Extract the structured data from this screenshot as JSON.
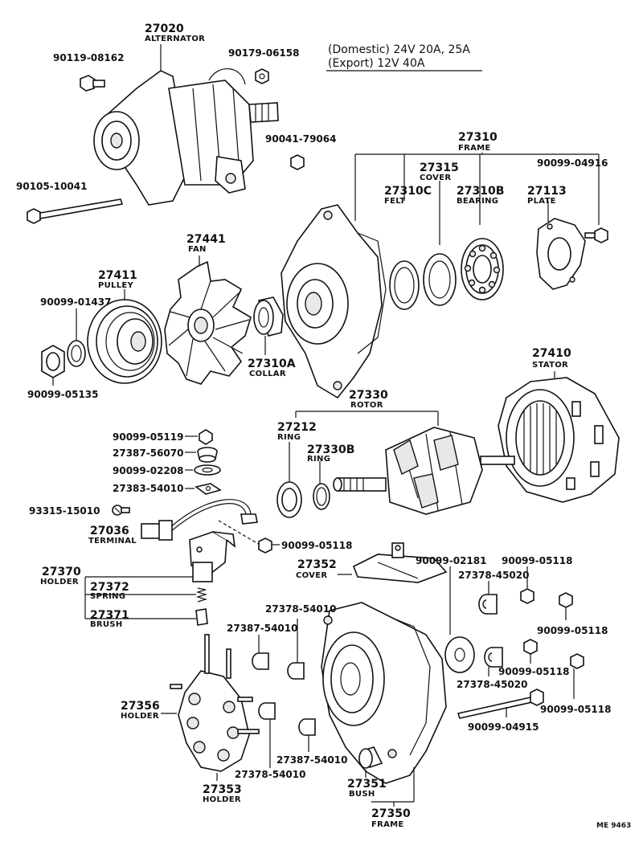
{
  "notes": {
    "domestic": "(Domestic) 24V 20A, 25A",
    "export": "(Export) 12V 40A"
  },
  "labels": {
    "alternator": {
      "num": "27020",
      "name": "ALTERNATOR"
    },
    "bolt_08162": {
      "num": "90119-08162"
    },
    "nut_06158": {
      "num": "90179-06158"
    },
    "nut_79064": {
      "num": "90041-79064"
    },
    "bolt_10041": {
      "num": "90105-10041"
    },
    "frame_front": {
      "num": "27310",
      "name": "FRAME"
    },
    "cover_front": {
      "num": "27315",
      "name": "COVER"
    },
    "felt": {
      "num": "27310C",
      "name": "FELT"
    },
    "bearing": {
      "num": "27310B",
      "name": "BEARING"
    },
    "plate": {
      "num": "27113",
      "name": "PLATE"
    },
    "screw_04916": {
      "num": "90099-04916"
    },
    "fan": {
      "num": "27441",
      "name": "FAN"
    },
    "pulley": {
      "num": "27411",
      "name": "PULLEY"
    },
    "washer_01437": {
      "num": "90099-01437"
    },
    "nut_05135": {
      "num": "90099-05135"
    },
    "collar": {
      "num": "27310A",
      "name": "COLLAR"
    },
    "stator": {
      "num": "27410",
      "name": "STATOR"
    },
    "rotor": {
      "num": "27330",
      "name": "ROTOR"
    },
    "ring_27212": {
      "num": "27212",
      "name": "RING"
    },
    "ring_27330b": {
      "num": "27330B",
      "name": "RING"
    },
    "nut_05119": {
      "num": "90099-05119"
    },
    "ins_56070": {
      "num": "27387-56070"
    },
    "washer_02208": {
      "num": "90099-02208"
    },
    "plate_54010": {
      "num": "27383-54010"
    },
    "screw_15010": {
      "num": "93315-15010"
    },
    "terminal": {
      "num": "27036",
      "name": "TERMINAL"
    },
    "nut_05118_a": {
      "num": "90099-05118"
    },
    "holder": {
      "num": "27370",
      "name": "HOLDER"
    },
    "spring": {
      "num": "27372",
      "name": "SPRING"
    },
    "brush": {
      "num": "27371",
      "name": "BRUSH"
    },
    "cover_rear": {
      "num": "27352",
      "name": "COVER"
    },
    "washer_02181": {
      "num": "90099-02181"
    },
    "nut_05118_b": {
      "num": "90099-05118"
    },
    "ins_45020_a": {
      "num": "27378-45020"
    },
    "ins_54010_a": {
      "num": "27378-54010"
    },
    "ins_54010_b": {
      "num": "27387-54010"
    },
    "nut_05118_c": {
      "num": "90099-05118"
    },
    "nut_05118_d": {
      "num": "90099-05118"
    },
    "ins_45020_b": {
      "num": "27378-45020"
    },
    "nut_05118_e": {
      "num": "90099-05118"
    },
    "bolt_04915": {
      "num": "90099-04915"
    },
    "holder_rect": {
      "num": "27356",
      "name": "HOLDER"
    },
    "ins_54010_c": {
      "num": "27387-54010"
    },
    "ins_54010_d": {
      "num": "27378-54010"
    },
    "holder_27353": {
      "num": "27353",
      "name": "HOLDER"
    },
    "bush": {
      "num": "27351",
      "name": "BUSH"
    },
    "frame_rear": {
      "num": "27350",
      "name": "FRAME"
    }
  },
  "footer": "ME 9463"
}
